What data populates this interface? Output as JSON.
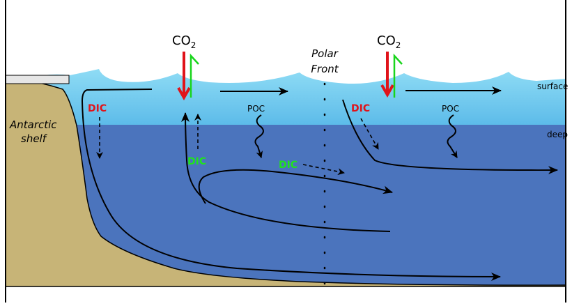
{
  "labels": {
    "co2_left": {
      "base": "CO",
      "sub": "2"
    },
    "co2_right": {
      "base": "CO",
      "sub": "2"
    },
    "polar_front": [
      "Polar",
      "Front"
    ],
    "surface": "surface",
    "deep": "deep",
    "shelf": [
      "Antarctic",
      "shelf"
    ],
    "dic_red_left": "DIC",
    "dic_red_right": "DIC",
    "dic_green_upwelling": "DIC",
    "dic_green_middle": "DIC",
    "poc_left": "POC",
    "poc_right": "POC"
  },
  "colors": {
    "surface_water_top": "#8fdcf5",
    "surface_water_bottom": "#5cbbe9",
    "deep_water": "#4b74bd",
    "shelf": "#c7b477",
    "ice": "#e6e6e6",
    "co2_uptake_arrow": "#e0131a",
    "co2_outgas_arrow": "#19d51c",
    "dic_red": "#e0131a",
    "dic_green": "#1fe41c",
    "arrows": "#000000"
  }
}
